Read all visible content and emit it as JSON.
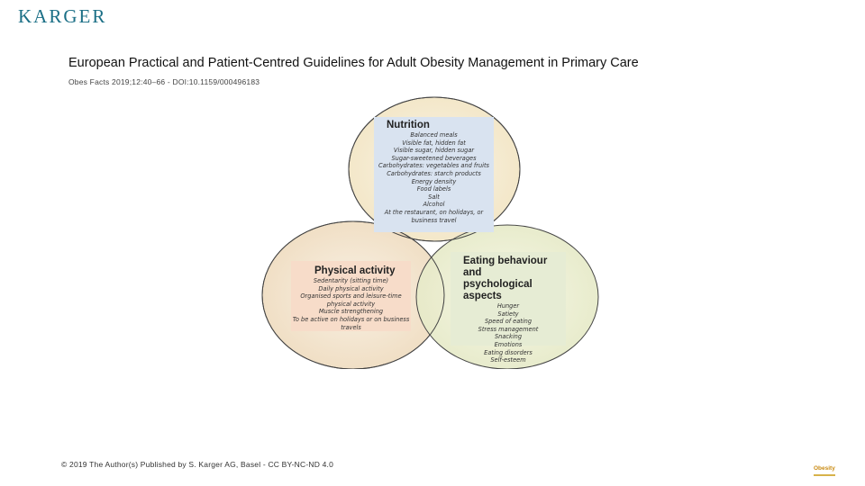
{
  "header": {
    "publisher_logo": "KARGER"
  },
  "title": "European Practical and Patient-Centred Guidelines for Adult Obesity Management in Primary Care",
  "citation": "Obes Facts 2019;12:40–66 - DOI:10.1159/000496183",
  "diagram": {
    "nutrition": {
      "heading": "Nutrition",
      "items": [
        "Balanced meals",
        "Visible fat, hidden fat",
        "Visible sugar, hidden sugar",
        "Sugar-sweetened beverages",
        "Carbohydrates: vegetables and fruits",
        "Carbohydrates: starch products",
        "Energy density",
        "Food labels",
        "Salt",
        "Alcohol",
        "At the restaurant, on holidays, or",
        "business travel"
      ]
    },
    "physical": {
      "heading": "Physical activity",
      "items": [
        "Sedentarity (sitting time)",
        "Daily physical activity",
        "Organised sports and leisure-time",
        "physical activity",
        "Muscle strengthening",
        "To be active on holidays or on business",
        "travels"
      ]
    },
    "eating": {
      "heading_line1": "Eating behaviour and",
      "heading_line2": "psychological aspects",
      "items": [
        "Hunger",
        "Satiety",
        "Speed of eating",
        "Stress management",
        "Snacking",
        "Emotions",
        "Eating disorders",
        "Self-esteem"
      ]
    },
    "colors": {
      "nutrition_box": "#d9e3f0",
      "physical_box": "#f7dcc9",
      "eating_box": "#e6ecd4",
      "circle_fill": "#f9f1de"
    }
  },
  "footer": {
    "copyright": "© 2019 The Author(s) Published by S. Karger AG, Basel - CC BY-NC-ND 4.0"
  },
  "journal_logo": "Obesity"
}
